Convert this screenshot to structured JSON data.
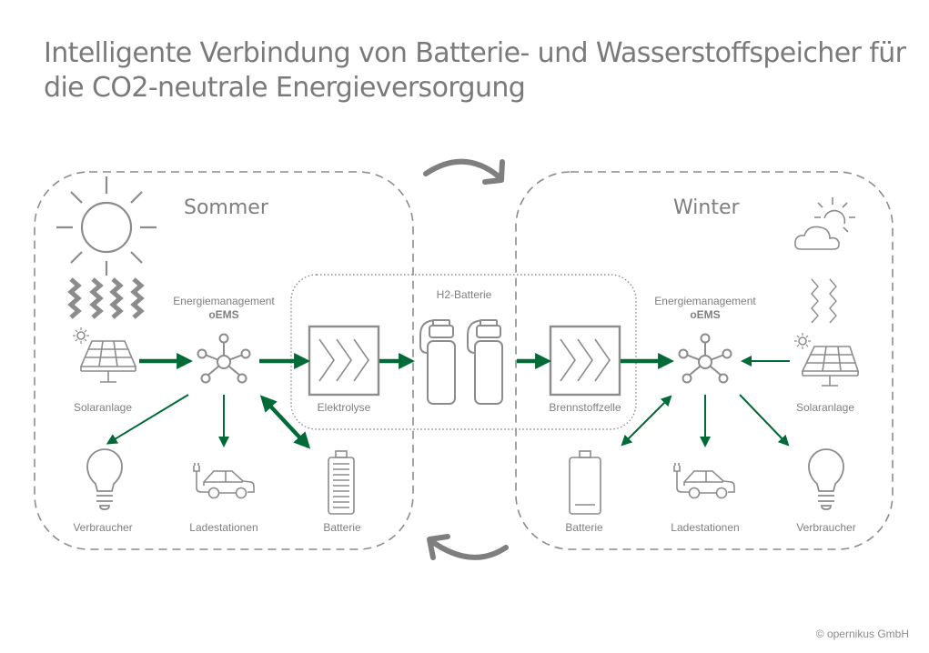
{
  "title": {
    "line1": "Intelligente Verbindung von Batterie- und Wasserstoffspeicher für",
    "line2": "die CO2-neutrale Energieversorgung"
  },
  "colors": {
    "accent_green": "#006b36",
    "icon_gray": "#8c8c8c",
    "text_gray": "#7f7f7f"
  },
  "seasons": {
    "summer": {
      "label": "Sommer",
      "ems_title": "Energiemanagement",
      "ems_name": "oEMS",
      "solar_label": "Solaranlage",
      "consumer_label": "Verbraucher",
      "charging_label": "Ladestationen",
      "battery_label": "Batterie",
      "weather_icon": "sun-icon"
    },
    "winter": {
      "label": "Winter",
      "ems_title": "Energiemanagement",
      "ems_name": "oEMS",
      "solar_label": "Solaranlage",
      "consumer_label": "Verbraucher",
      "charging_label": "Ladestationen",
      "battery_label": "Batterie",
      "weather_icon": "cloud-sun-icon"
    }
  },
  "hydrogen": {
    "electrolysis_label": "Elektrolyse",
    "h2_battery_label": "H2-Batterie",
    "fuel_cell_label": "Brennstoffzelle"
  },
  "cycle": {
    "top_arrow": "curved-arrow-right-icon",
    "bottom_arrow": "curved-arrow-left-icon"
  },
  "copyright": "© opernikus GmbH"
}
